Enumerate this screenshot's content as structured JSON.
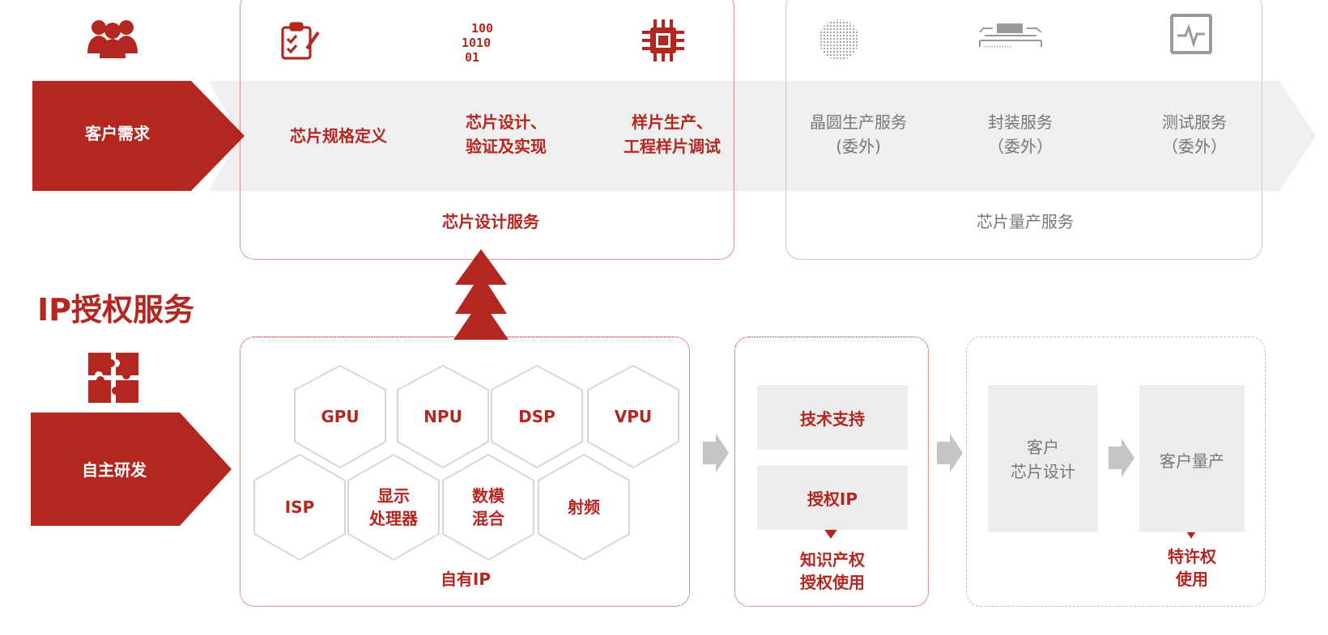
{
  "section_title": "IP授权服务",
  "top_row": {
    "customer_need": "客户需求",
    "steps": [
      {
        "label": "芯片规格定义"
      },
      {
        "label": "芯片设计、\n验证及实现"
      },
      {
        "label": "样片生产、\n工程样片调试"
      },
      {
        "label": "晶圆生产服务\n(委外)"
      },
      {
        "label": "封装服务\n（委外）"
      },
      {
        "label": "测试服务\n（委外）"
      }
    ],
    "group_design": "芯片设计服务",
    "group_mass": "芯片量产服务",
    "icons": [
      "people-icon",
      "clipboard-icon",
      "binary-icon",
      "chip-icon",
      "wafer-icon",
      "package-icon",
      "test-monitor-icon"
    ]
  },
  "bottom_row": {
    "self_dev": "自主研发",
    "hex_items": [
      "GPU",
      "NPU",
      "DSP",
      "VPU",
      "ISP",
      "显示\n处理器",
      "数模\n混合",
      "射频"
    ],
    "own_ip_label": "自有IP",
    "support_box": {
      "tech_support": "技术支持",
      "license_ip": "授权IP",
      "ip_license_use": "知识产权\n授权使用"
    },
    "customer_box": {
      "customer_chip_design": "客户\n芯片设计",
      "customer_mass_production": "客户量产",
      "franchise_use": "特许权\n使用"
    },
    "icons": [
      "puzzle-icon"
    ]
  },
  "colors": {
    "brand_red": "#b32720",
    "chevron_grey": "#efefef",
    "panel_grey": "#ececec",
    "arrow_grey": "#c4c4c4"
  }
}
